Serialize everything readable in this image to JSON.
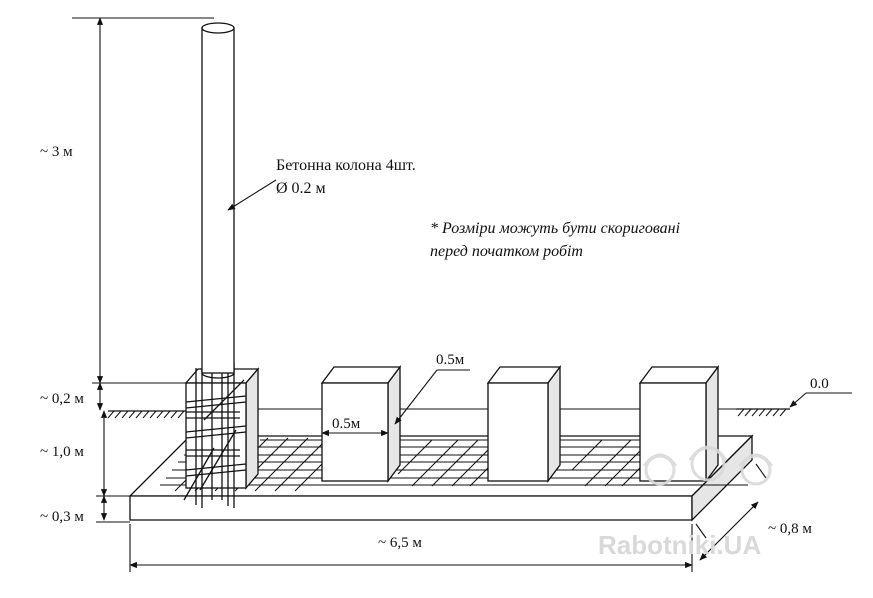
{
  "column": {
    "title": "Бетонна колона 4шт.",
    "diameter": "Ø 0.2 м"
  },
  "note": {
    "line1": "* Розміри можуть бути скориговані",
    "line2": "перед початком робіт"
  },
  "dimensions": {
    "column_height": "~ 3 м",
    "above_ground": "~ 0,2 м",
    "depth": "~ 1,0 м",
    "slab_thickness": "~ 0,3 м",
    "slab_length": "~ 6,5 м",
    "slab_width": "~ 0,8 м",
    "pier_width": "0.5м",
    "pier_depth": "0.5м",
    "ground_level": "0.0"
  },
  "watermark": {
    "text": "Rabotniki.UA",
    "icon": "worker-helmet-icon"
  },
  "colors": {
    "line": "#111111",
    "fill": "#ffffff",
    "shade": "#e6e6e6",
    "watermark": "#d9d9d9"
  }
}
